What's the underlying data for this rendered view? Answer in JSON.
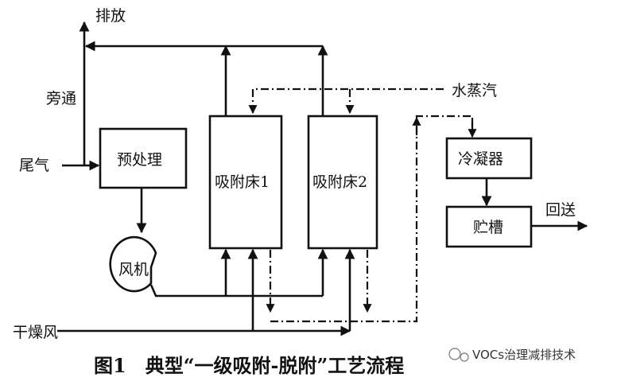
{
  "labels": {
    "discharge": "排放",
    "bypass": "旁通",
    "tail_gas": "尾气",
    "pretreatment": "预处理",
    "fan": "风机",
    "bed1": "吸附床1",
    "bed2": "吸附床2",
    "steam": "水蒸汽",
    "condenser": "冷凝器",
    "storage_tank": "贮槽",
    "return": "回送",
    "dry_air": "干燥风"
  },
  "caption": "图1　典型“一级吸附-脱附”工艺流程",
  "watermark": "VOCs治理减排技术",
  "colors": {
    "line": "#111111",
    "background": "#ffffff"
  }
}
